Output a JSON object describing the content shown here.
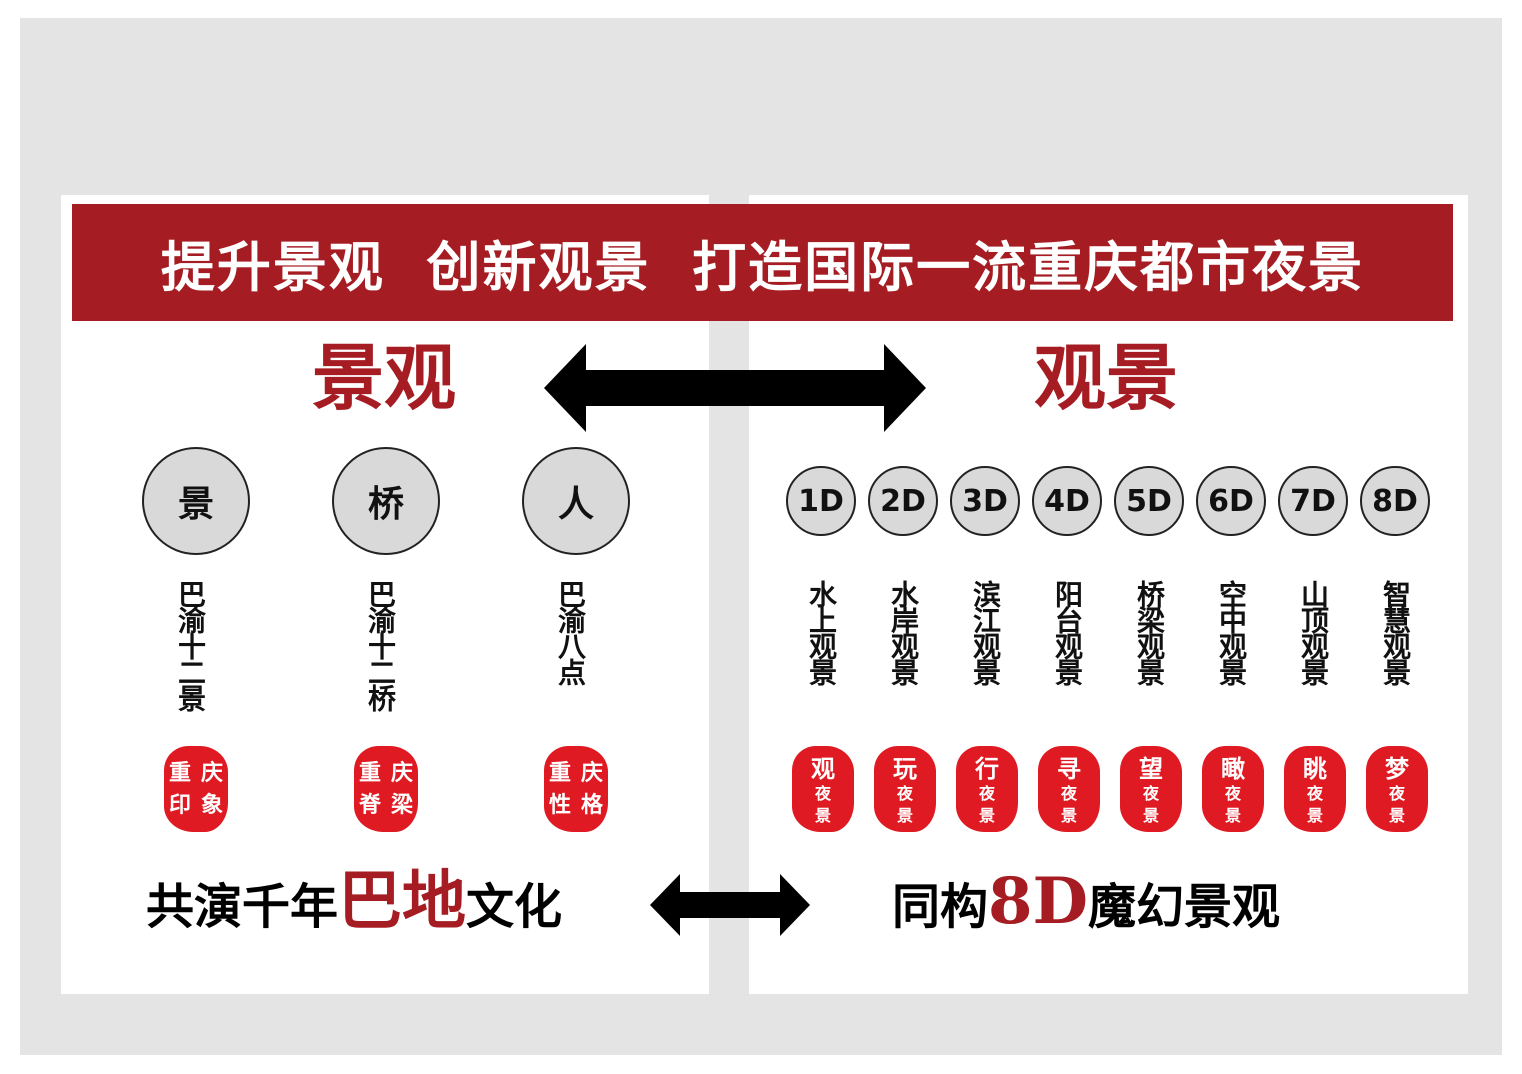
{
  "banner": {
    "text": "提升景观  创新观景  打造国际一流重庆都市夜景"
  },
  "left": {
    "title": "景观",
    "circles": [
      {
        "label": "景",
        "caption": "巴渝十二景",
        "seal": [
          "重",
          "庆",
          "印",
          "象"
        ]
      },
      {
        "label": "桥",
        "caption": "巴渝十二桥",
        "seal": [
          "重",
          "庆",
          "脊",
          "梁"
        ]
      },
      {
        "label": "人",
        "caption": "巴渝八点",
        "seal": [
          "重",
          "庆",
          "性",
          "格"
        ]
      }
    ],
    "slogan": {
      "pre": "共演千年",
      "highlight": "巴地",
      "post": "文化"
    }
  },
  "right": {
    "title": "观景",
    "circles": [
      {
        "label": "1D",
        "caption": "水上观景",
        "seal": [
          "观",
          "夜",
          "景"
        ]
      },
      {
        "label": "2D",
        "caption": "水岸观景",
        "seal": [
          "玩",
          "夜",
          "景"
        ]
      },
      {
        "label": "3D",
        "caption": "滨江观景",
        "seal": [
          "行",
          "夜",
          "景"
        ]
      },
      {
        "label": "4D",
        "caption": "阳台观景",
        "seal": [
          "寻",
          "夜",
          "景"
        ]
      },
      {
        "label": "5D",
        "caption": "桥梁观景",
        "seal": [
          "望",
          "夜",
          "景"
        ]
      },
      {
        "label": "6D",
        "caption": "空中观景",
        "seal": [
          "瞰",
          "夜",
          "景"
        ]
      },
      {
        "label": "7D",
        "caption": "山顶观景",
        "seal": [
          "眺",
          "夜",
          "景"
        ]
      },
      {
        "label": "8D",
        "caption": "智慧观景",
        "seal": [
          "梦",
          "夜",
          "景"
        ]
      }
    ],
    "slogan": {
      "pre": "同构",
      "highlight": "8D",
      "post": "魔幻景观"
    }
  },
  "colors": {
    "accent": "#a61c23",
    "seal": "#e01a22",
    "circle_fill": "#d9d9d9"
  },
  "icons": {
    "top_arrow": "double-arrow-icon",
    "bottom_arrow": "double-arrow-icon"
  }
}
